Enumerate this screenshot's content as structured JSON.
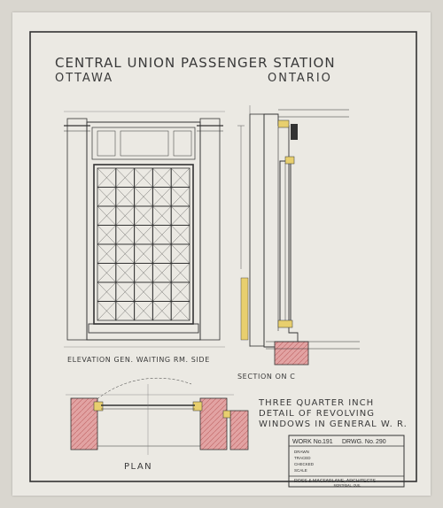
{
  "title": {
    "line1": "CENTRAL UNION PASSENGER STATION",
    "city": "OTTAWA",
    "province": "ONTARIO"
  },
  "labels": {
    "elevation": "ELEVATION  GEN. WAITING RM. SIDE",
    "section": "SECTION ON C",
    "plan": "PLAN",
    "desc_line1": "THREE QUARTER INCH",
    "desc_line2": "DETAIL OF REVOLVING",
    "desc_line3": "WINDOWS IN GENERAL W. R."
  },
  "title_block": {
    "work_no_label": "WORK No.",
    "work_no": "191",
    "drawing_no_label": "DRWG. No.",
    "drawing_no": "290",
    "rows": [
      "DRAWN",
      "TRACED",
      "CHECKED",
      "SCALE"
    ],
    "architects": "ROSS & MACFARLANE, ARCHITECTS",
    "location": "MONTREAL, QUE."
  },
  "colors": {
    "paper": "#ebe9e3",
    "ink": "#2f2f2f",
    "wash_yellow": "#e8cf6e",
    "wash_red": "#d98c8c"
  }
}
